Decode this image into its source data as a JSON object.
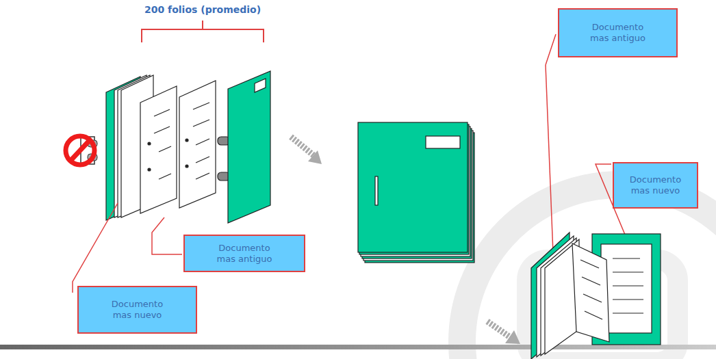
{
  "diagram": {
    "nodes": [
      {
        "text": [
          "Documento mas antiguo"
        ]
      },
      {
        "text": [
          "Documento mas nuevo"
        ]
      },
      {
        "text": [
          "Documento mas antiguo"
        ]
      },
      {
        "text": [
          "Documento mas nuevo"
        ]
      }
    ],
    "labels": [
      "200 folios (promedio)"
    ]
  }
}
